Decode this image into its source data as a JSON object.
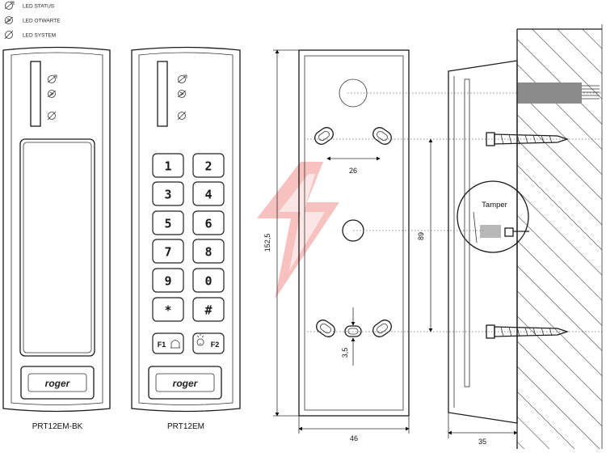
{
  "legend": [
    {
      "label": "LED STATUS",
      "icon": "led-status-icon"
    },
    {
      "label": "LED OTWARTE",
      "icon": "led-open-icon"
    },
    {
      "label": "LED SYSTEM",
      "icon": "led-system-icon"
    }
  ],
  "readers": [
    {
      "caption": "PRT12EM-BK",
      "logo": "roger"
    },
    {
      "caption": "PRT12EM",
      "logo": "roger"
    }
  ],
  "keypad": {
    "keys": [
      "1",
      "2",
      "3",
      "4",
      "5",
      "6",
      "7",
      "8",
      "9",
      "0",
      "*",
      "#"
    ],
    "fkeys": [
      "F1",
      "F2"
    ]
  },
  "dimensions": {
    "height": "152,5",
    "width": "46",
    "hole_spacing_h": "26",
    "hole_spacing_v": "89",
    "bottom_offset": "3,5",
    "depth": "35"
  },
  "side_view": {
    "tamper_label": "Tamper"
  },
  "colors": {
    "watermark": "#e8504a",
    "wall_hatch": "#333333",
    "cable": "#8a8a8a"
  }
}
